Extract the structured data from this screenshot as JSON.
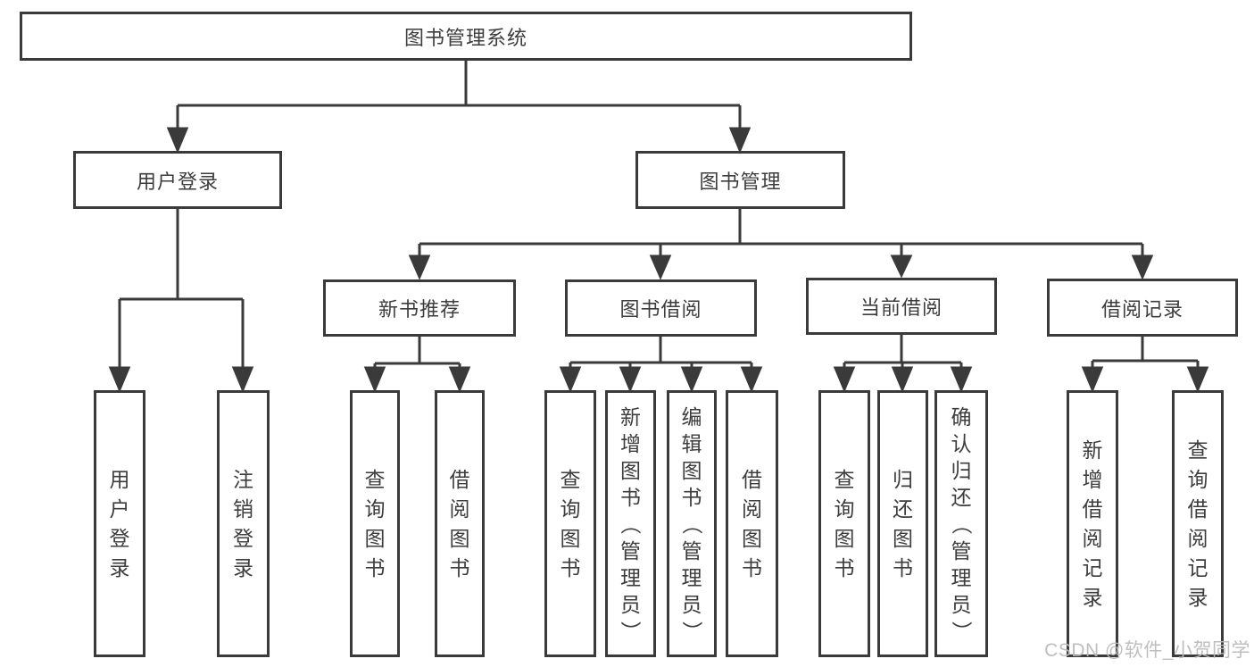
{
  "diagram": {
    "root": {
      "label": "图书管理系统"
    },
    "level2": [
      {
        "label": "用户登录",
        "children": [
          "用户登录",
          "注销登录"
        ]
      },
      {
        "label": "图书管理"
      }
    ],
    "level3": [
      {
        "label": "新书推荐",
        "children": [
          "查询图书",
          "借阅图书"
        ]
      },
      {
        "label": "图书借阅",
        "children": [
          "查询图书",
          "新增图书（管理员）",
          "编辑图书（管理员）",
          "借阅图书"
        ]
      },
      {
        "label": "当前借阅",
        "children": [
          "查询图书",
          "归还图书",
          "确认归还（管理员）"
        ]
      },
      {
        "label": "借阅记录",
        "children": [
          "新增借阅记录",
          "查询借阅记录"
        ]
      }
    ],
    "colors": {
      "line": "#3a3a3a",
      "text": "#3d3d3d",
      "watermark": "#b9b9b9",
      "background": "#ffffff"
    }
  },
  "watermark": {
    "text": "CSDN @软件_小贺同学"
  }
}
